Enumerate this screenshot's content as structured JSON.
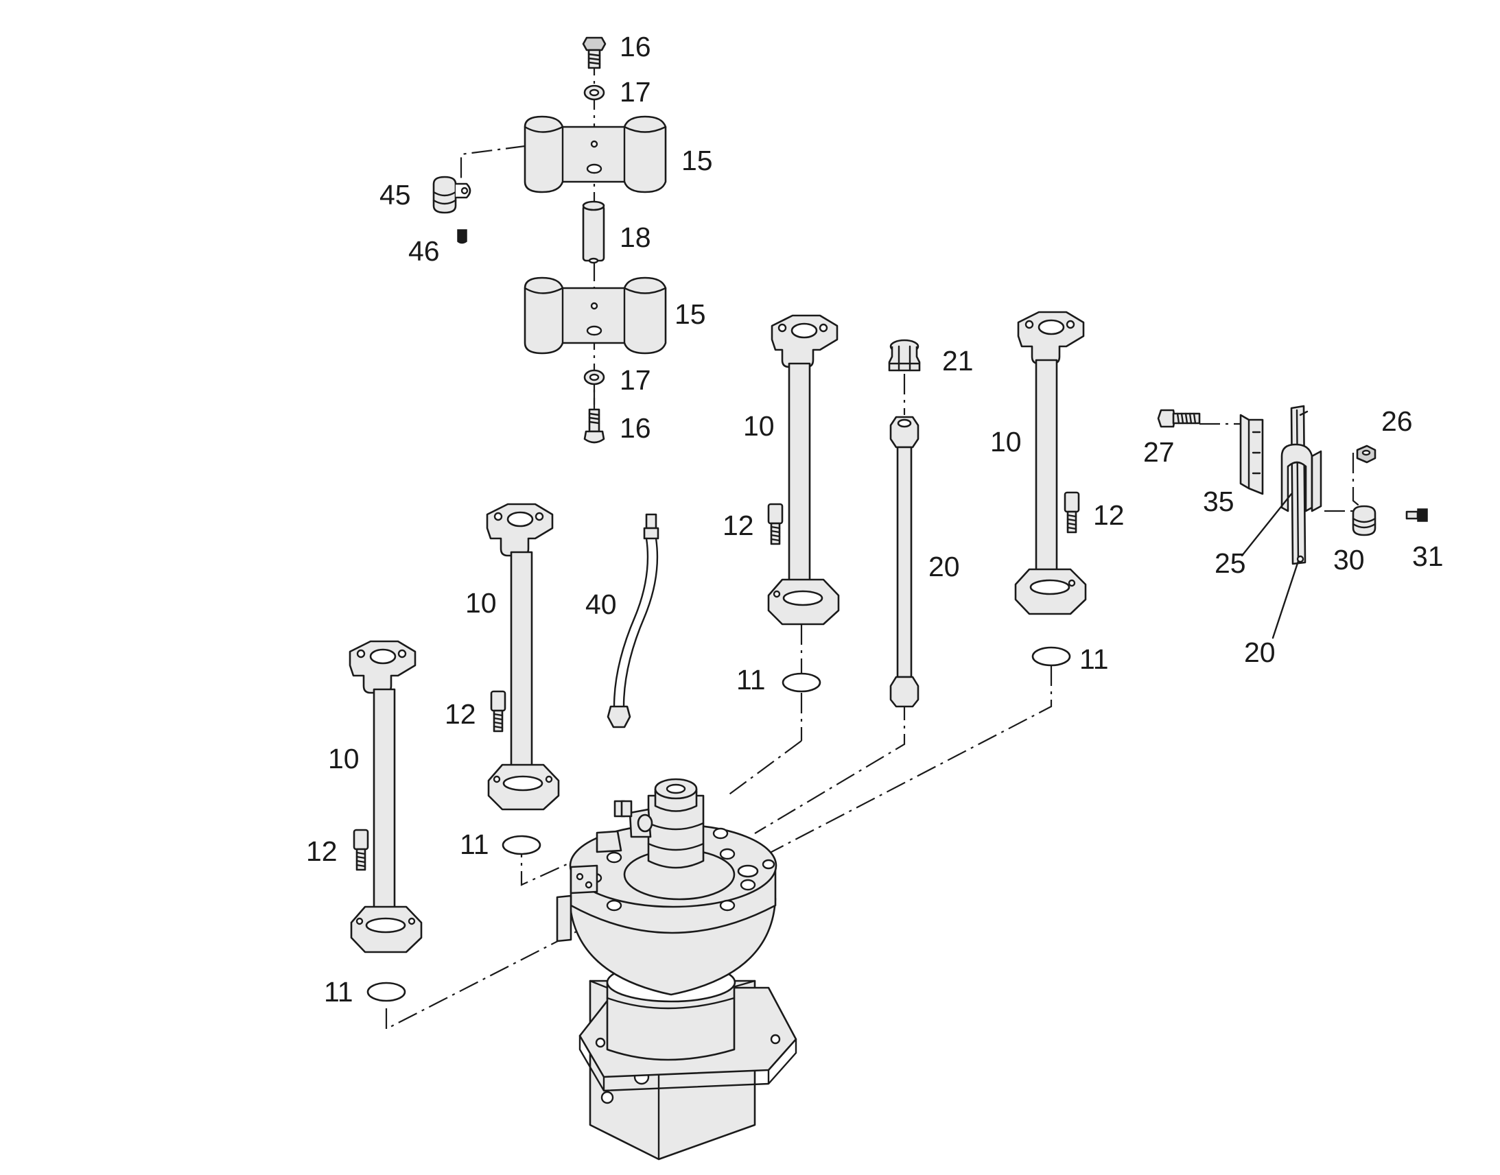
{
  "callouts": {
    "c16_top": "16",
    "c17_top": "17",
    "c15_top": "15",
    "c45": "45",
    "c46": "46",
    "c18": "18",
    "c15_bot": "15",
    "c17_bot": "17",
    "c16_bot": "16",
    "c21": "21",
    "c10_mid": "10",
    "c10_right": "10",
    "c12_mid": "12",
    "c12_right": "12",
    "c20_center": "20",
    "c11_mid": "11",
    "c11_right": "11",
    "c10_left2": "10",
    "c40": "40",
    "c12_left2": "12",
    "c11_left2": "11",
    "c10_left": "10",
    "c12_left": "12",
    "c11_left": "11",
    "c26": "26",
    "c27": "27",
    "c35": "35",
    "c25": "25",
    "c30": "30",
    "c31": "31",
    "c20_detail": "20"
  }
}
